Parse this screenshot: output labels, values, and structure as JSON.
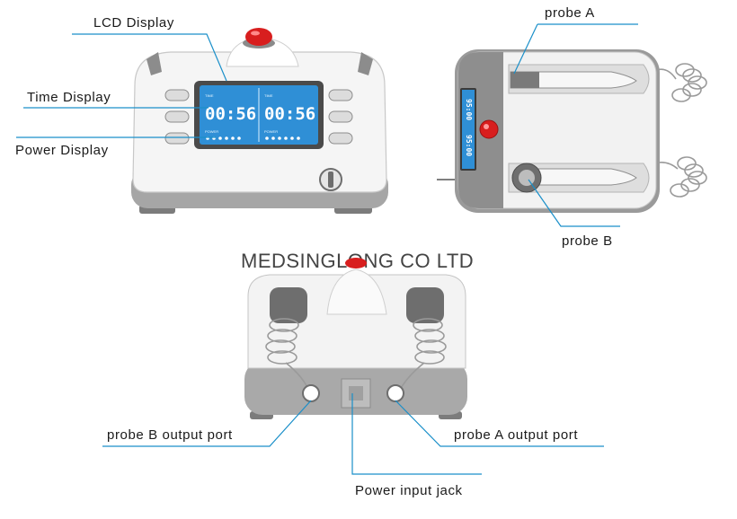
{
  "labels": {
    "lcd_display": "LCD Display",
    "time_display": "Time Display",
    "power_display": "Power Display",
    "probe_a": "probe A",
    "probe_b": "probe B",
    "probe_b_output_port": "probe B output port",
    "probe_a_output_port": "probe A output port",
    "power_input_jack": "Power input jack"
  },
  "watermark": "MEDSINGLONG CO LTD",
  "lcd": {
    "left_caption": "TIME",
    "left_time": "00:56",
    "left_power": "POWER",
    "right_caption": "TIME",
    "right_time": "00:56",
    "right_power": "POWER",
    "top_view_time": "95:00",
    "top_view_time_2": "95:00"
  },
  "colors": {
    "leader_line": "#1a8fc9",
    "lcd_blue": "#2f8fd6",
    "button_red": "#d81e1e",
    "body_white": "#f4f4f4",
    "body_grey": "#a9a9a9"
  }
}
